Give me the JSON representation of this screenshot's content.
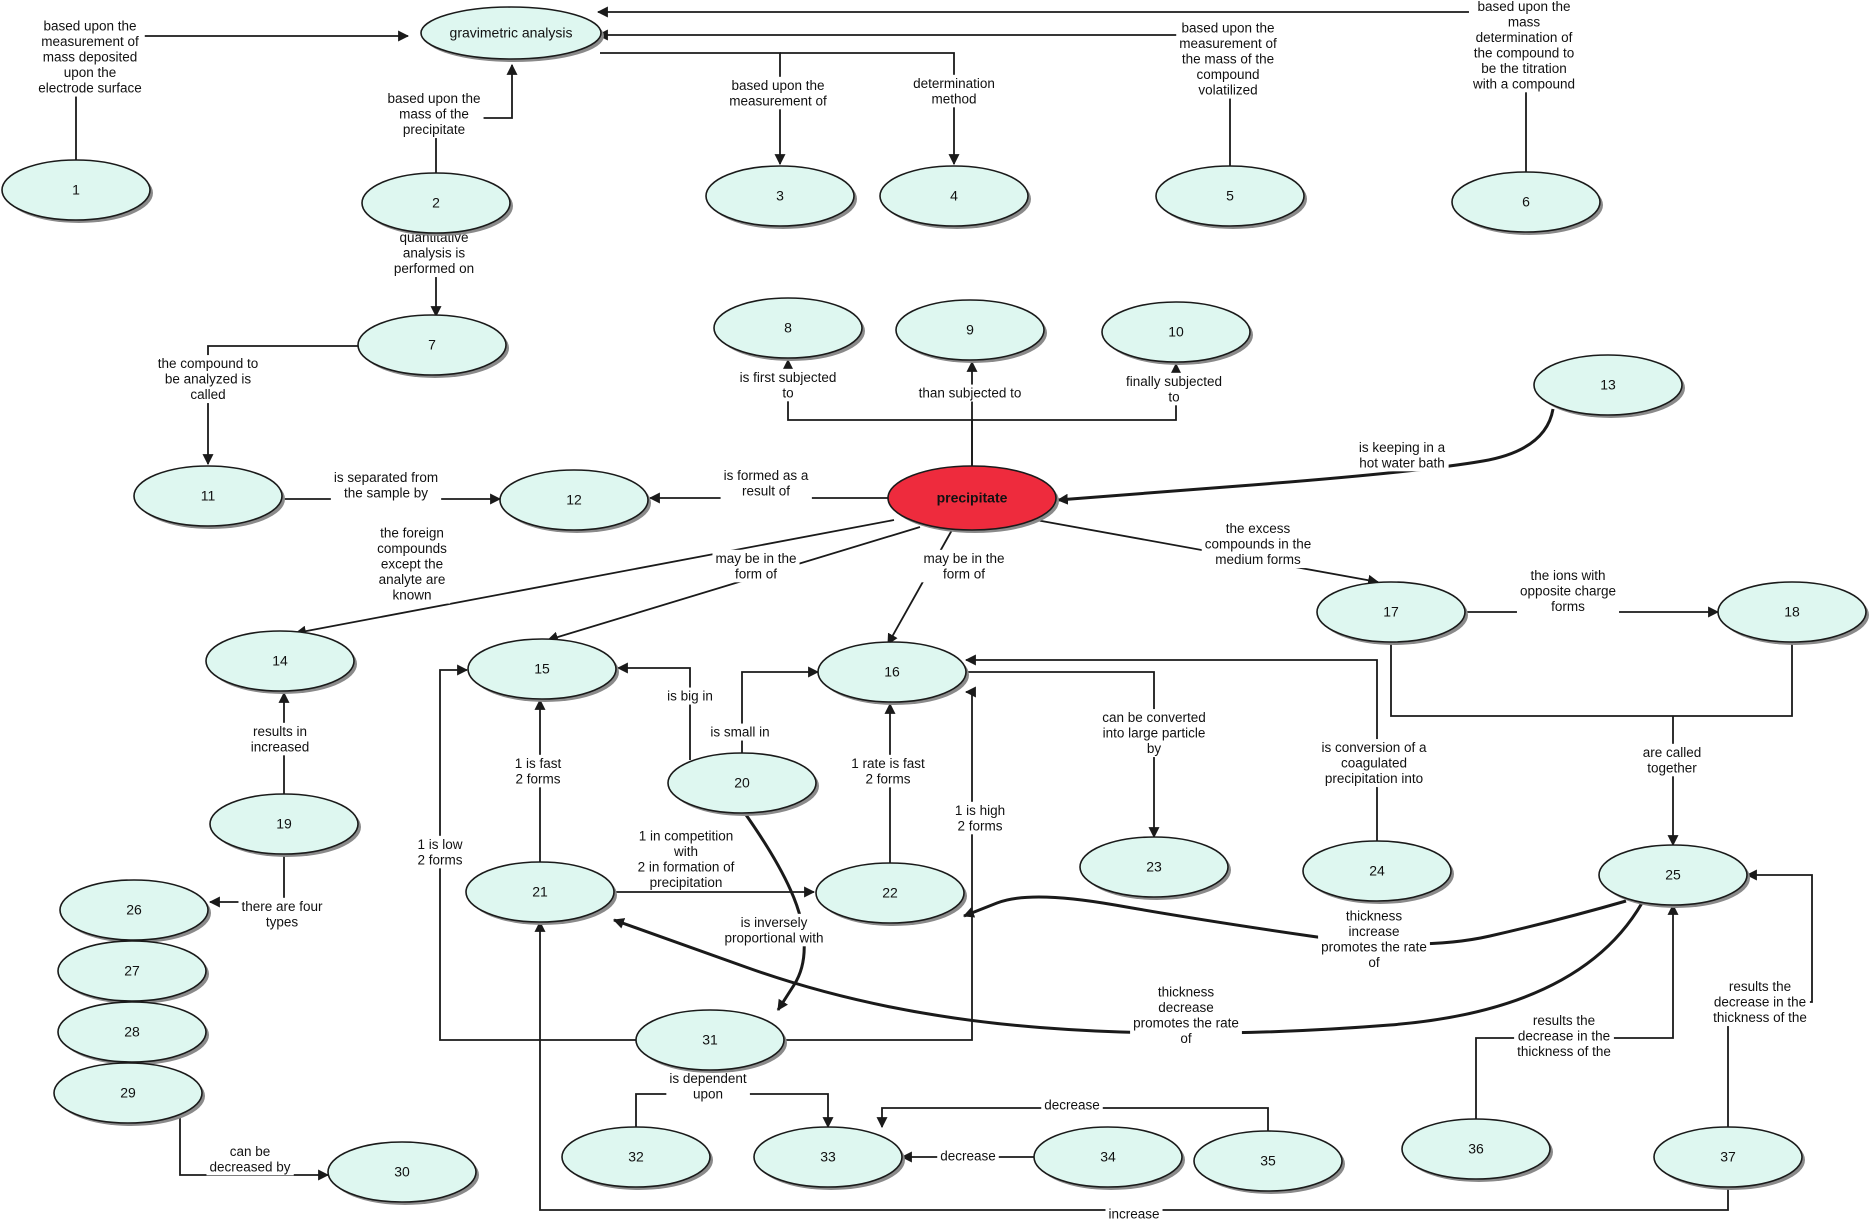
{
  "nodes": [
    {
      "id": "ga",
      "label": "gravimetric analysis"
    },
    {
      "id": "n1",
      "label": "1"
    },
    {
      "id": "n2",
      "label": "2"
    },
    {
      "id": "n3",
      "label": "3"
    },
    {
      "id": "n4",
      "label": "4"
    },
    {
      "id": "n5",
      "label": "5"
    },
    {
      "id": "n6",
      "label": "6"
    },
    {
      "id": "n7",
      "label": "7"
    },
    {
      "id": "n8",
      "label": "8"
    },
    {
      "id": "n9",
      "label": "9"
    },
    {
      "id": "n10",
      "label": "10"
    },
    {
      "id": "n11",
      "label": "11"
    },
    {
      "id": "n12",
      "label": "12"
    },
    {
      "id": "n13",
      "label": "13"
    },
    {
      "id": "precipitate",
      "label": "precipitate",
      "highlight": true
    },
    {
      "id": "n14",
      "label": "14"
    },
    {
      "id": "n15",
      "label": "15"
    },
    {
      "id": "n16",
      "label": "16"
    },
    {
      "id": "n17",
      "label": "17"
    },
    {
      "id": "n18",
      "label": "18"
    },
    {
      "id": "n19",
      "label": "19"
    },
    {
      "id": "n20",
      "label": "20"
    },
    {
      "id": "n21",
      "label": "21"
    },
    {
      "id": "n22",
      "label": "22"
    },
    {
      "id": "n23",
      "label": "23"
    },
    {
      "id": "n24",
      "label": "24"
    },
    {
      "id": "n25",
      "label": "25"
    },
    {
      "id": "n26",
      "label": "26"
    },
    {
      "id": "n27",
      "label": "27"
    },
    {
      "id": "n28",
      "label": "28"
    },
    {
      "id": "n29",
      "label": "29"
    },
    {
      "id": "n30",
      "label": "30"
    },
    {
      "id": "n31",
      "label": "31"
    },
    {
      "id": "n32",
      "label": "32"
    },
    {
      "id": "n33",
      "label": "33"
    },
    {
      "id": "n34",
      "label": "34"
    },
    {
      "id": "n35",
      "label": "35"
    },
    {
      "id": "n36",
      "label": "36"
    },
    {
      "id": "n37",
      "label": "37"
    }
  ],
  "edges": [
    {
      "from": "n1",
      "to": "ga",
      "label": [
        "based upon the",
        "measurement of",
        "mass deposited",
        "upon the",
        "electrode surface"
      ]
    },
    {
      "from": "n2",
      "to": "ga",
      "label": [
        "based upon the",
        "mass of the",
        "precipitate"
      ]
    },
    {
      "from": "ga",
      "to": "n3",
      "label": [
        "based upon the",
        "measurement of"
      ]
    },
    {
      "from": "ga",
      "to": "n4",
      "label": [
        "determination",
        "method"
      ]
    },
    {
      "from": "n5",
      "to": "ga",
      "label": [
        "based upon the",
        "measurement of",
        "the mass of the",
        "compound",
        "volatilized"
      ]
    },
    {
      "from": "n6",
      "to": "ga",
      "label": [
        "based upon the",
        "mass",
        "determination of",
        "the compound to",
        "be the titration",
        "with a compound"
      ]
    },
    {
      "from": "n2",
      "to": "n7",
      "label": [
        "quantitative",
        "analysis is",
        "performed on"
      ]
    },
    {
      "from": "n7",
      "to": "n11",
      "label": [
        "the compound to",
        "be analyzed is",
        "called"
      ]
    },
    {
      "from": "n11",
      "to": "n12",
      "label": [
        "is separated from",
        "the sample by"
      ]
    },
    {
      "from": "precipitate",
      "to": "n12",
      "label": [
        "is formed as a",
        "result of"
      ]
    },
    {
      "from": "precipitate",
      "to": "n8",
      "label": [
        "is first subjected",
        "to"
      ]
    },
    {
      "from": "precipitate",
      "to": "n9",
      "label": [
        "than subjected to"
      ]
    },
    {
      "from": "precipitate",
      "to": "n10",
      "label": [
        "finally subjected",
        "to"
      ]
    },
    {
      "from": "n13",
      "to": "precipitate",
      "label": [
        "is keeping in a",
        "hot water bath"
      ]
    },
    {
      "from": "precipitate",
      "to": "n14",
      "label": [
        "the foreign",
        "compounds",
        "except the",
        "analyte are",
        "known"
      ]
    },
    {
      "from": "precipitate",
      "to": "n15",
      "label": [
        "may be in the",
        "form of"
      ]
    },
    {
      "from": "precipitate",
      "to": "n16",
      "label": [
        "may be in the",
        "form of"
      ]
    },
    {
      "from": "precipitate",
      "to": "n17",
      "label": [
        "the excess",
        "compounds in the",
        "medium forms"
      ]
    },
    {
      "from": "n17",
      "to": "n18",
      "label": [
        "the ions with",
        "opposite charge",
        "forms"
      ]
    },
    {
      "from": "n17",
      "to": "n25",
      "label": [
        "are called",
        "together"
      ]
    },
    {
      "from": "n19",
      "to": "n14",
      "label": [
        "results in",
        "increased"
      ]
    },
    {
      "from": "n19",
      "to": "n26",
      "label": [
        "there are four",
        "types"
      ]
    },
    {
      "from": "n29",
      "to": "n30",
      "label": [
        "can be",
        "decreased by"
      ]
    },
    {
      "from": "n20",
      "to": "n15",
      "label": [
        "is big in"
      ]
    },
    {
      "from": "n20",
      "to": "n16",
      "label": [
        "is small in"
      ]
    },
    {
      "from": "n20",
      "to": "n31",
      "label": [
        "is inversely",
        "proportional with"
      ]
    },
    {
      "from": "n21",
      "to": "n15",
      "label": [
        "1 is fast",
        "2  forms"
      ]
    },
    {
      "from": "n21",
      "to": "n22",
      "label": [
        "1 in competition",
        "with",
        "2 in formation of",
        "precipitation"
      ]
    },
    {
      "from": "n22",
      "to": "n16",
      "label": [
        "1 rate is fast",
        "2 forms"
      ]
    },
    {
      "from": "n16",
      "to": "n23",
      "label": [
        "can be converted",
        "into large particle",
        "by"
      ]
    },
    {
      "from": "n24",
      "to": "n16",
      "label": [
        "is conversion of a",
        "coagulated",
        "precipitation into"
      ]
    },
    {
      "from": "n31",
      "to": "n15",
      "label": [
        "1 is low",
        "2  forms"
      ]
    },
    {
      "from": "n31",
      "to": "n16",
      "label": [
        "1 is high",
        "2  forms"
      ]
    },
    {
      "from": "n31",
      "to": "n32",
      "label": [
        "is dependent",
        "upon"
      ]
    },
    {
      "from": "n25",
      "to": "n22",
      "label": [
        "thickness",
        "increase",
        "promotes the rate",
        "of"
      ]
    },
    {
      "from": "n25",
      "to": "n21",
      "label": [
        "thickness",
        "decrease",
        "promotes the rate",
        "of"
      ]
    },
    {
      "from": "n34",
      "to": "n33",
      "label": [
        "decrease"
      ]
    },
    {
      "from": "n35",
      "to": "n33",
      "label": [
        "decrease"
      ]
    },
    {
      "from": "n36",
      "to": "n25",
      "label": [
        "results the",
        "decrease in the",
        "thickness of the"
      ]
    },
    {
      "from": "n37",
      "to": "n25",
      "label": [
        "results the",
        "decrease in the",
        "thickness of the"
      ]
    },
    {
      "from": "n37",
      "to": "n21",
      "label": [
        "increase"
      ]
    }
  ],
  "colors": {
    "node_fill": "#def7f0",
    "highlight_fill": "#ee2b3d",
    "line": "#1a1a1a",
    "shadow": "#8a8a8a"
  }
}
